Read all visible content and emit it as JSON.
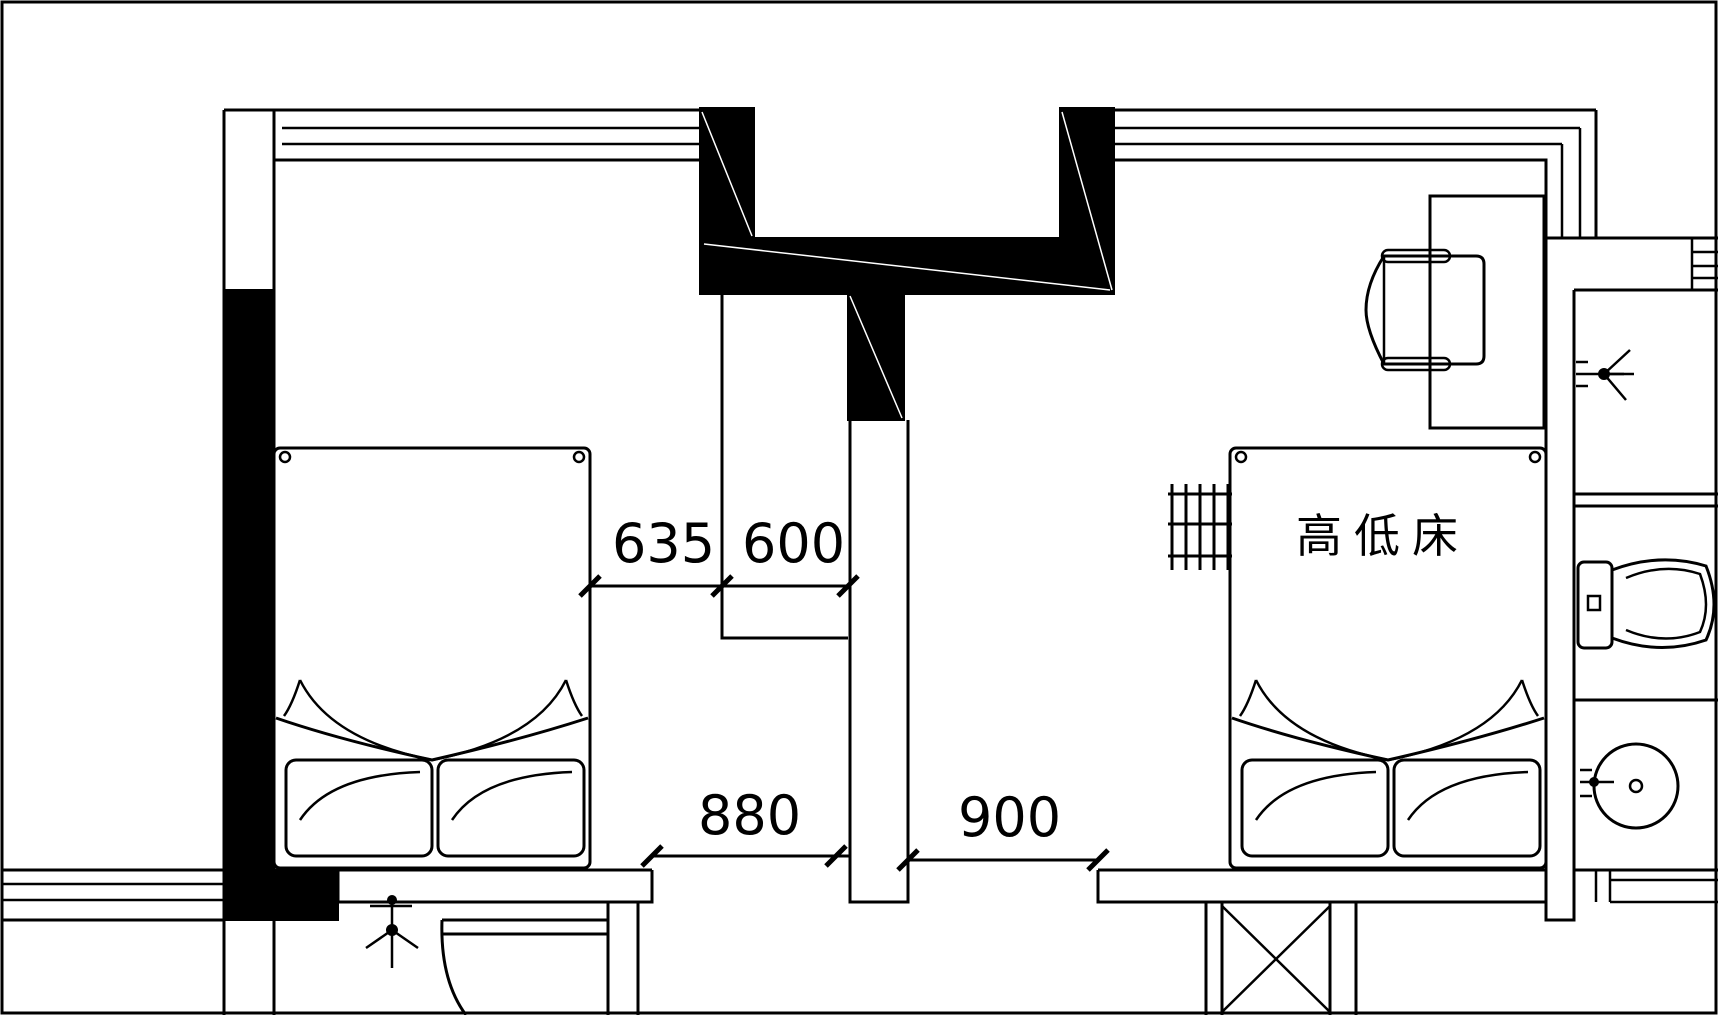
{
  "drawing": {
    "dimensions": {
      "d635": "635",
      "d600": "600",
      "d880": "880",
      "d900": "900"
    },
    "room_label": "高低床"
  }
}
